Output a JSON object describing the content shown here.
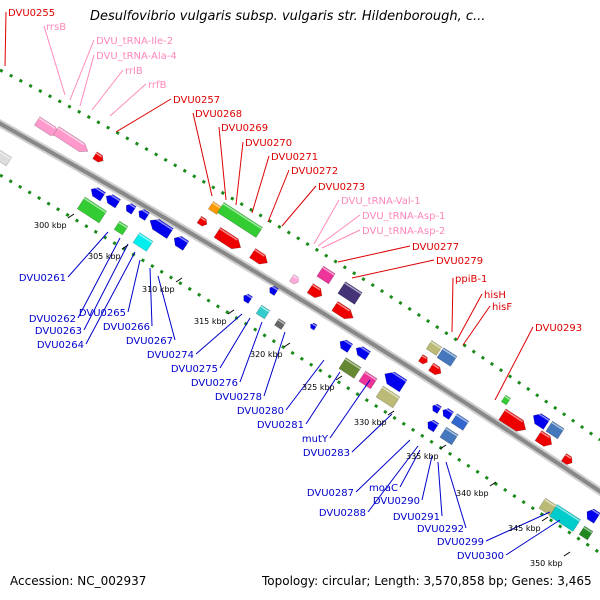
{
  "title": "Desulfovibrio vulgaris subsp. vulgaris str. Hildenborough, c...",
  "footer": {
    "accession": "Accession: NC_002937",
    "topology": "Topology: circular; Length: 3,570,858 bp; Genes: 3,465"
  },
  "colors": {
    "forward_label": "#dd0000",
    "reverse_label": "#0000cc",
    "rna_label": "#ff88bb",
    "backbone": "#888888",
    "dots": "#1a8a1a"
  },
  "scale_labels": [
    "300 kbp",
    "305 kbp",
    "310 kbp",
    "315 kbp",
    "320 kbp",
    "325 kbp",
    "330 kbp",
    "335 kbp",
    "340 kbp",
    "345 kbp",
    "350 kbp"
  ],
  "forward_labels": [
    "DVU0255",
    "DVU0257",
    "DVU0268",
    "DVU0269",
    "DVU0270",
    "DVU0271",
    "DVU0272",
    "DVU0273",
    "DVU0277",
    "DVU0279",
    "ppiB-1",
    "hisH",
    "hisF",
    "DVU0293"
  ],
  "rna_labels": [
    "rrsB",
    "DVU_tRNA-Ile-2",
    "DVU_tRNA-Ala-4",
    "rrlB",
    "rrfB",
    "DVU_tRNA-Val-1",
    "DVU_tRNA-Asp-1",
    "DVU_tRNA-Asp-2"
  ],
  "reverse_labels": [
    "DVU0261",
    "DVU0262",
    "DVU0263",
    "DVU0264",
    "DVU0265",
    "DVU0266",
    "DVU0267",
    "DVU0274",
    "DVU0275",
    "DVU0276",
    "DVU0278",
    "DVU0280",
    "DVU0281",
    "mutY",
    "DVU0283",
    "DVU0287",
    "DVU0288",
    "moaC",
    "DVU0290",
    "DVU0291",
    "DVU0292",
    "DVU0299",
    "DVU0300"
  ]
}
